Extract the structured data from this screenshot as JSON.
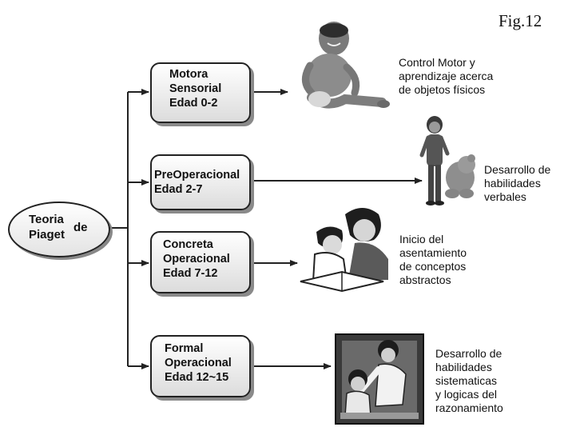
{
  "figure_label": "Fig.12",
  "root": {
    "name_lines": [
      "Teoria",
      "Piaget"
    ],
    "suffix": "de"
  },
  "stages": [
    {
      "name_lines": [
        "Motora",
        "Sensorial",
        "Edad 0-2"
      ],
      "description_lines": [
        "Control Motor y",
        "aprendizaje acerca",
        "de objetos físicos"
      ],
      "illustration": "baby-sitting-illustration"
    },
    {
      "name_lines": [
        "PreOperacional",
        "Edad 2-7"
      ],
      "description_lines": [
        "Desarrollo de",
        "habilidades",
        "verbales"
      ],
      "illustration": "child-with-teddy-bear-illustration"
    },
    {
      "name_lines": [
        "Concreta",
        "Operacional",
        "Edad 7-12"
      ],
      "description_lines": [
        "Inicio del",
        "asentamiento",
        "de conceptos",
        "abstractos"
      ],
      "illustration": "mother-reading-with-child-illustration"
    },
    {
      "name_lines": [
        "Formal",
        "Operacional",
        "Edad 12~15"
      ],
      "description_lines": [
        "Desarrollo de",
        "habilidades",
        "sistematicas",
        "y logicas del",
        "razonamiento"
      ],
      "illustration": "teacher-helping-student-illustration"
    }
  ],
  "colors": {
    "line": "#222222",
    "box_fill_top": "#ffffff",
    "box_fill_bottom": "#dcdcdc",
    "shadow": "#8a8a8a"
  }
}
